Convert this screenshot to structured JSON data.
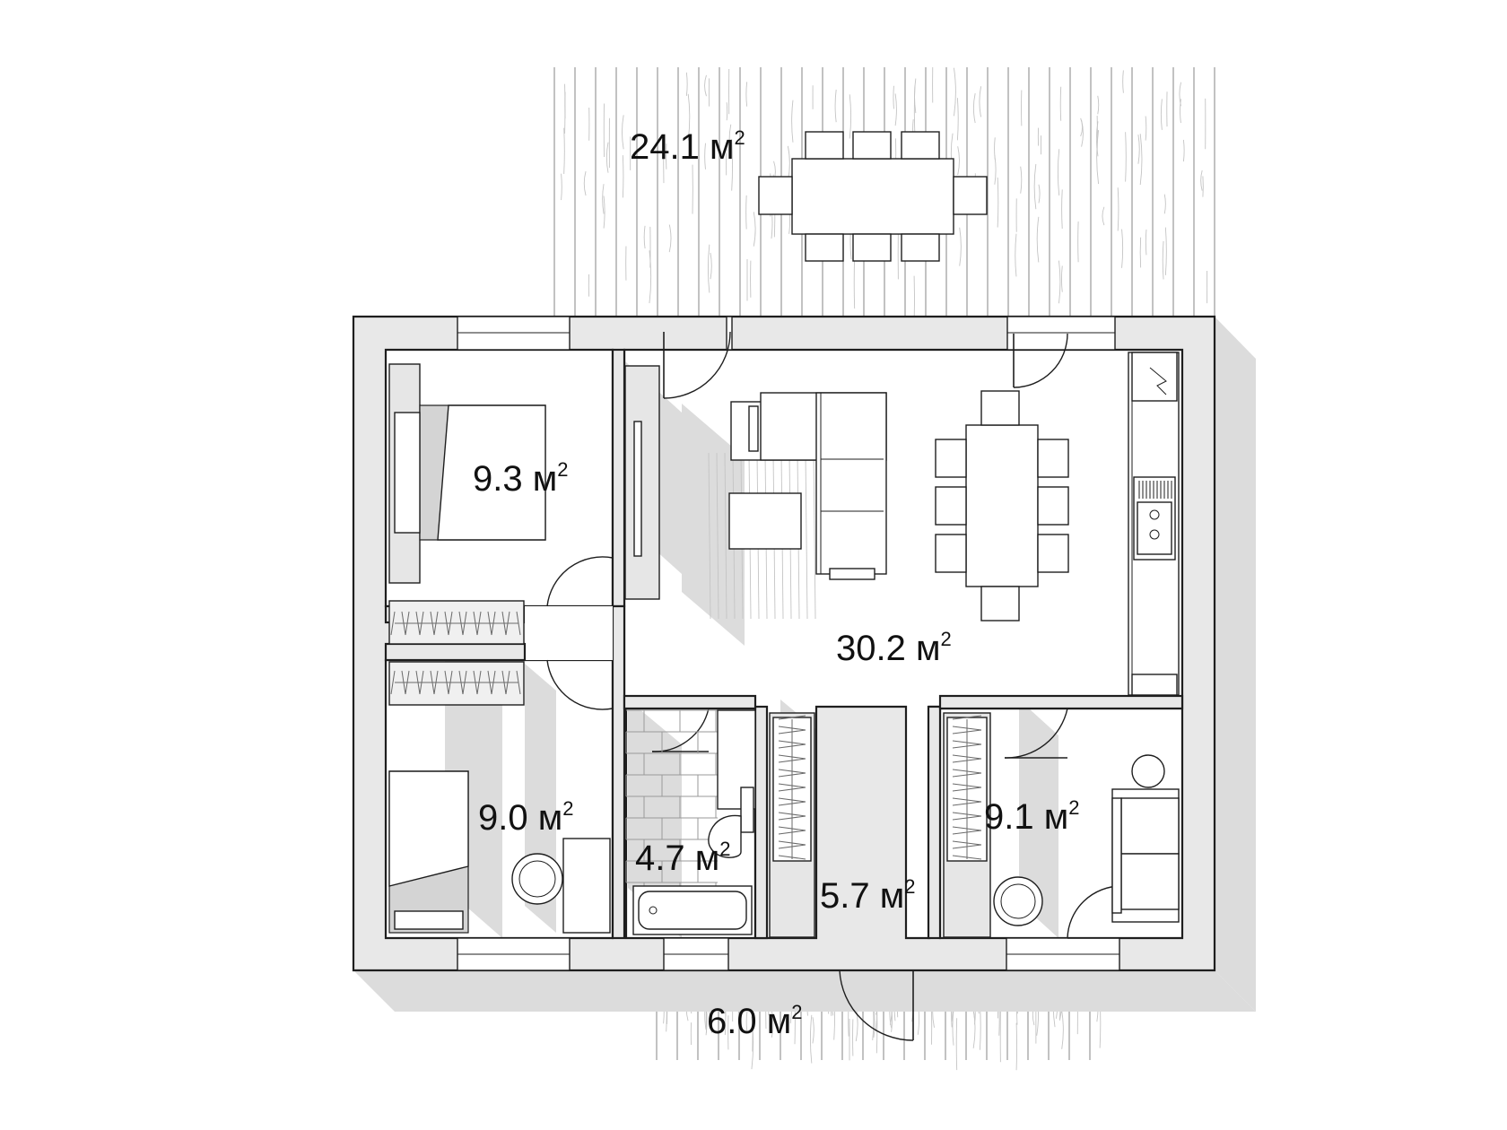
{
  "plan": {
    "area_unit": "м",
    "area_exponent": "2",
    "rooms": [
      {
        "id": "terrace",
        "area": "24.1"
      },
      {
        "id": "bedroom-top",
        "area": "9.3"
      },
      {
        "id": "living-kitchen",
        "area": "30.2"
      },
      {
        "id": "bedroom-bottom",
        "area": "9.0"
      },
      {
        "id": "bathroom",
        "area": "4.7"
      },
      {
        "id": "hallway",
        "area": "5.7"
      },
      {
        "id": "room-right",
        "area": "9.1"
      },
      {
        "id": "porch",
        "area": "6.0"
      }
    ]
  },
  "colors": {
    "wall_fill": "#e8e8e8",
    "shadow": "#dcdcdc",
    "line": "#1e1e1e",
    "deck_plank": "#9a9a9a"
  }
}
